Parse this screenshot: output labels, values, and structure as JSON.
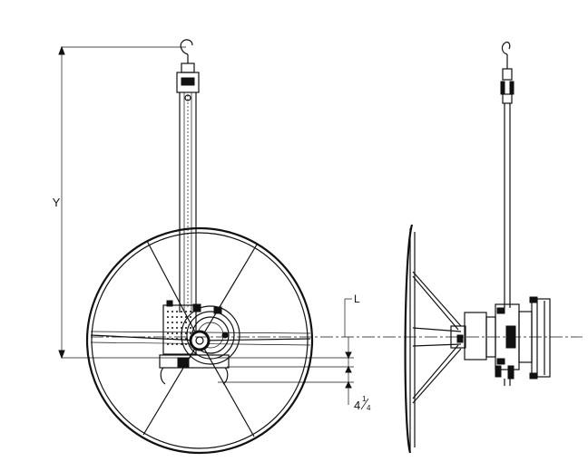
{
  "labels": {
    "dim_y": "Y",
    "dim_l": "L",
    "dim_quarter_whole": "4",
    "dim_quarter_num": "1",
    "dim_quarter_den": "4"
  }
}
